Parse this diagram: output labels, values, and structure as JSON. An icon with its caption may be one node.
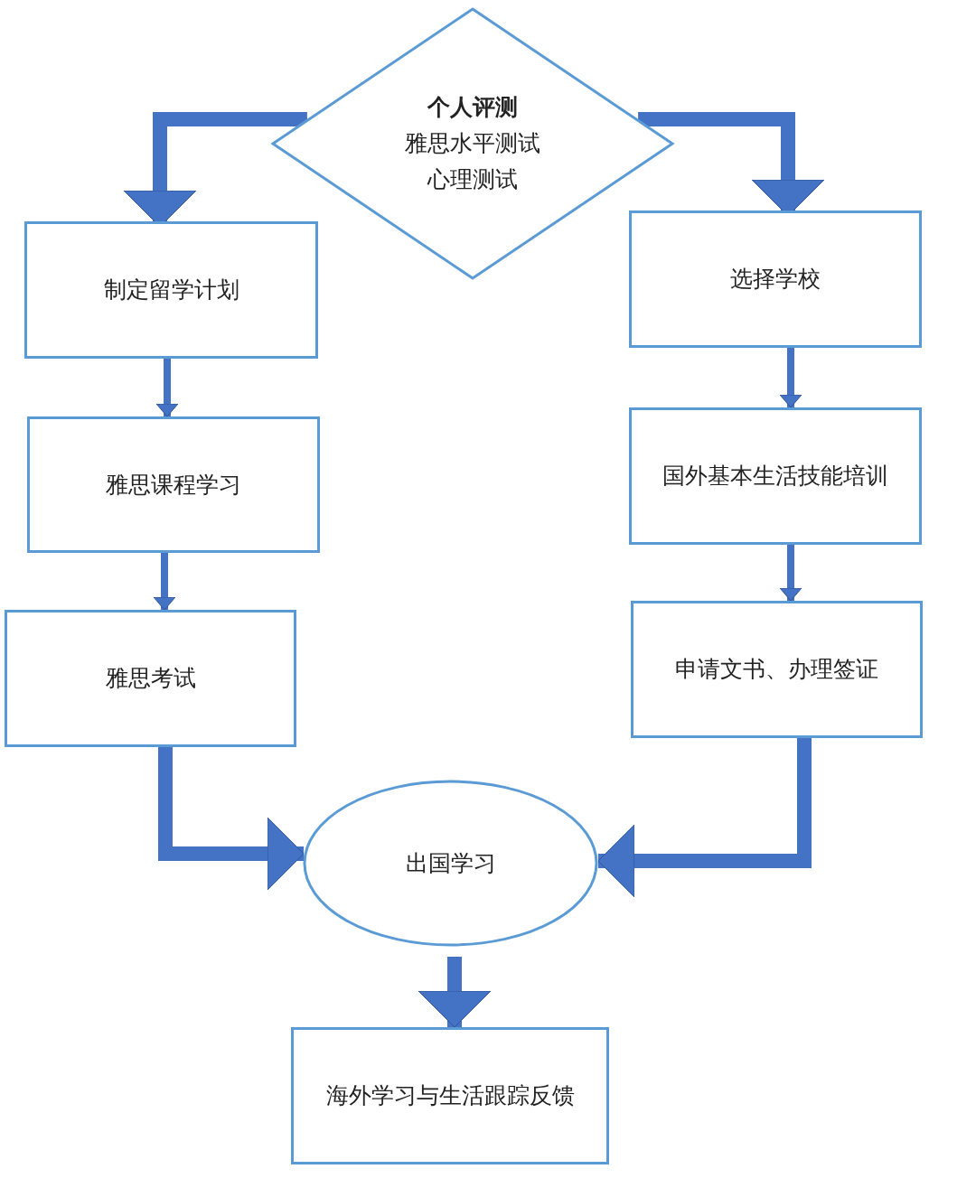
{
  "diagram": {
    "nodes": [
      {
        "text": [
          "个人评测",
          "雅思水平测试",
          "心理测试"
        ]
      },
      {
        "text": [
          "制定留学计划"
        ]
      },
      {
        "text": [
          "雅思课程学习"
        ]
      },
      {
        "text": [
          "雅思考试"
        ]
      },
      {
        "text": [
          "选择学校"
        ]
      },
      {
        "text": [
          "国外基本生活技能培训"
        ]
      },
      {
        "text": [
          "申请文书、办理签证"
        ]
      },
      {
        "text": [
          "出国学习"
        ]
      },
      {
        "text": [
          "海外学习与生活跟踪反馈"
        ]
      }
    ],
    "edges": [
      {
        "from": 0,
        "to": 1,
        "arrow": "to"
      },
      {
        "from": 1,
        "to": 2,
        "arrow": "to"
      },
      {
        "from": 2,
        "to": 3,
        "arrow": "to"
      },
      {
        "from": 0,
        "to": 4,
        "arrow": "to"
      },
      {
        "from": 4,
        "to": 5,
        "arrow": "to"
      },
      {
        "from": 5,
        "to": 6,
        "arrow": "to"
      },
      {
        "from": 3,
        "to": 7,
        "arrow": "to"
      },
      {
        "from": 6,
        "to": 7,
        "arrow": "to"
      },
      {
        "from": 7,
        "to": 8,
        "arrow": "to"
      }
    ]
  }
}
